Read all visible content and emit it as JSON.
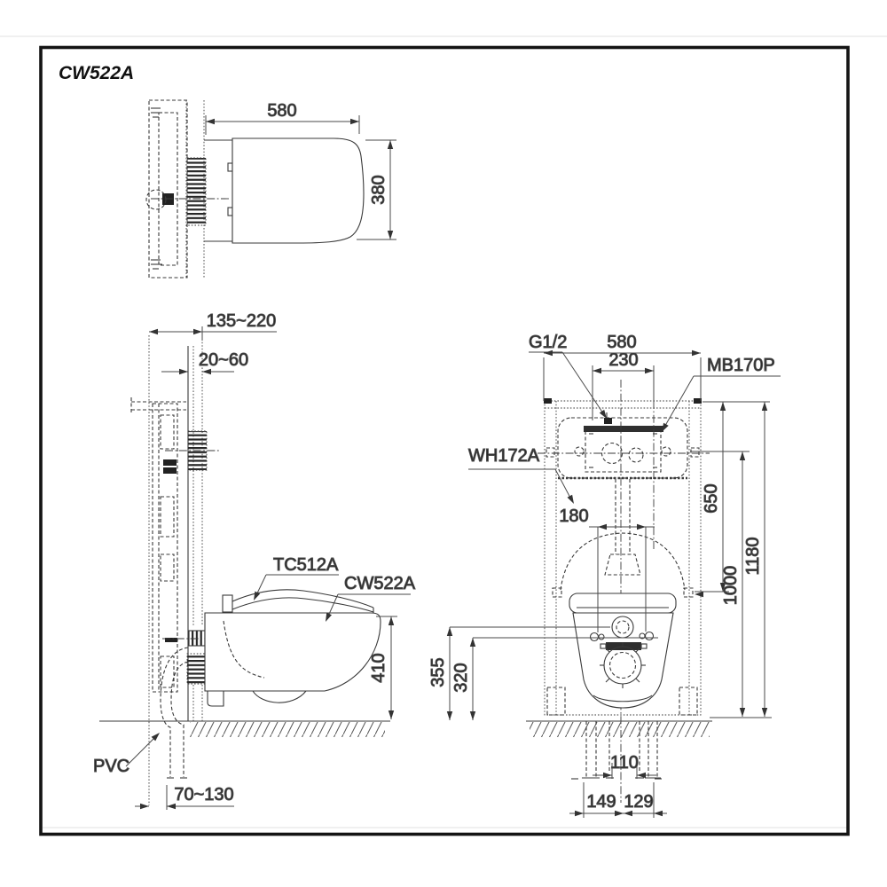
{
  "page": {
    "title": "CW522A"
  },
  "colors": {
    "line": "#3a3a3a",
    "dim": "#4a4a4a",
    "text": "#242424",
    "border": "#141414",
    "background": "#ffffff"
  },
  "top_view": {
    "dim_width": "580",
    "dim_depth": "380"
  },
  "side_view": {
    "dim_wall_depth": "135~220",
    "dim_finish_thickness": "20~60",
    "label_seat": "TC512A",
    "label_bowl": "CW522A",
    "dim_rim_height": "410",
    "label_pipe": "PVC",
    "dim_drain_offset": "70~130"
  },
  "front_view": {
    "label_inlet": "G1/2",
    "dim_frame_width": "580",
    "dim_tank_width": "230",
    "label_access_panel": "MB170P",
    "label_frame_unit": "WH172A",
    "dim_bolt_spacing": "180",
    "dim_height_650": "650",
    "dim_height_1000": "1000",
    "dim_height_1180": "1180",
    "dim_height_355": "355",
    "dim_height_320": "320",
    "dim_drain_110": "110",
    "dim_offset_149": "149",
    "dim_offset_129": "129"
  }
}
